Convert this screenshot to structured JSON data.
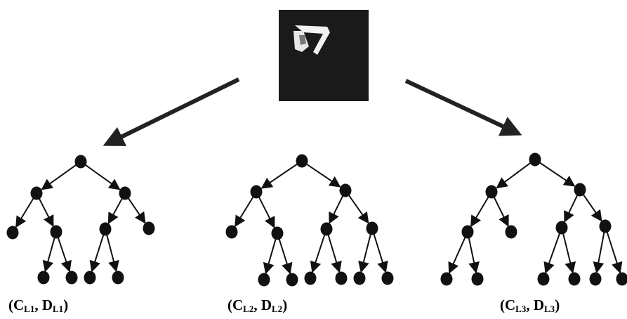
{
  "input_image": {
    "description_icon": "digit-image-icon"
  },
  "trees": [
    {
      "c": "C",
      "c_sub": "L1",
      "d": "D",
      "d_sub": "L1"
    },
    {
      "c": "C",
      "c_sub": "L2",
      "d": "D",
      "d_sub": "L2"
    },
    {
      "c": "C",
      "c_sub": "L3",
      "d": "D",
      "d_sub": "L3"
    }
  ],
  "colors": {
    "node": "#111111",
    "edge": "#111111",
    "image_bg": "#1a1a1a",
    "arrow": "#333333"
  }
}
